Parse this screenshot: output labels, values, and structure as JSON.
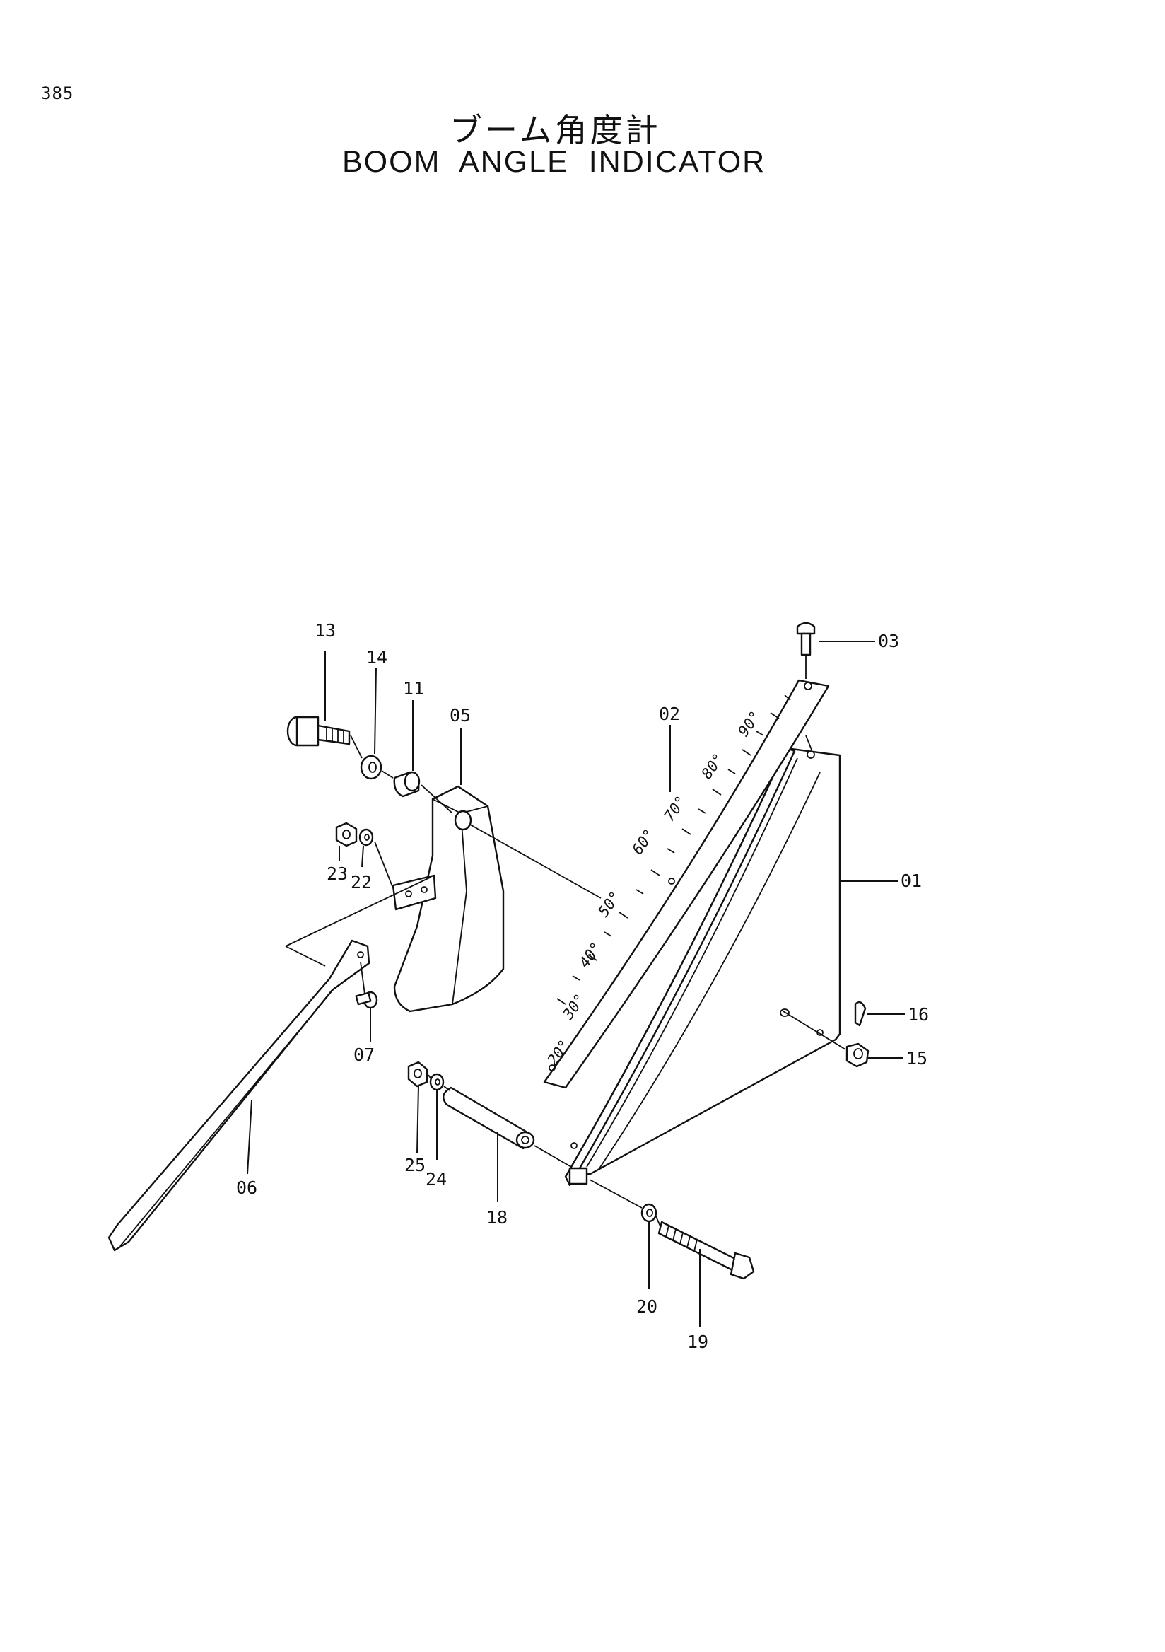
{
  "page_number": "385",
  "title_ja": "ブーム角度計",
  "title_en": "BOOM ANGLE INDICATOR",
  "callouts": {
    "c01": "01",
    "c02": "02",
    "c03": "03",
    "c05": "05",
    "c06": "06",
    "c07": "07",
    "c11": "11",
    "c13": "13",
    "c14": "14",
    "c15": "15",
    "c16": "16",
    "c18": "18",
    "c19": "19",
    "c20": "20",
    "c22": "22",
    "c23": "23",
    "c24": "24",
    "c25": "25"
  },
  "scale_labels": [
    "20°",
    "30°",
    "40°",
    "50°",
    "60°",
    "70°",
    "80°",
    "90°"
  ]
}
